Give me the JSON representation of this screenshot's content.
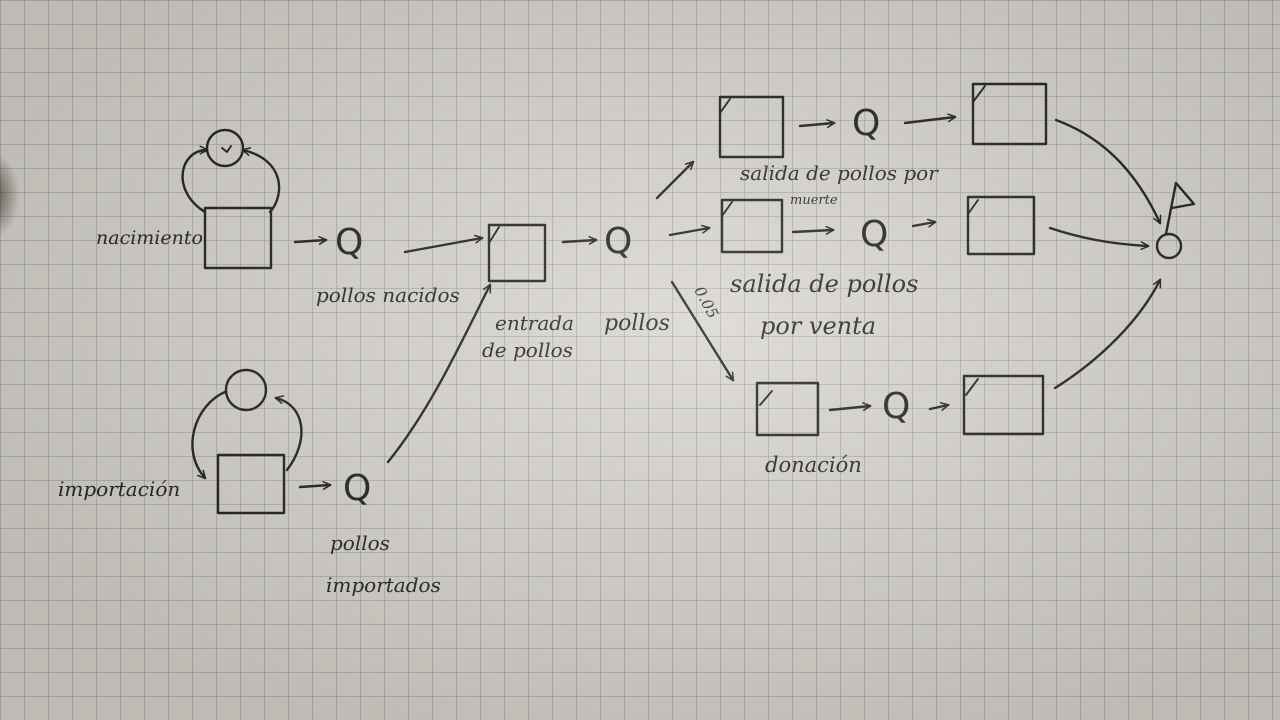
{
  "colors": {
    "paper": "#d8d5ce",
    "grid": "#8a8a90",
    "ink": "#1e1e22"
  },
  "diagram": {
    "symbols": {
      "queue": "Q"
    },
    "labels": {
      "nacimiento": "nacimiento",
      "pollos_nacidos": "pollos nacidos",
      "importacion": "importación",
      "pollos_importados_1": "pollos",
      "pollos_importados_2": "importados",
      "entrada_1": "entrada",
      "entrada_2": "de pollos",
      "pollos": "pollos",
      "salida_muerte_1": "salida de pollos por",
      "salida_muerte_2": "muerte",
      "salida_venta_1": "salida de pollos",
      "salida_venta_2": "por venta",
      "donacion": "donación",
      "edge_label": "0.05"
    }
  }
}
